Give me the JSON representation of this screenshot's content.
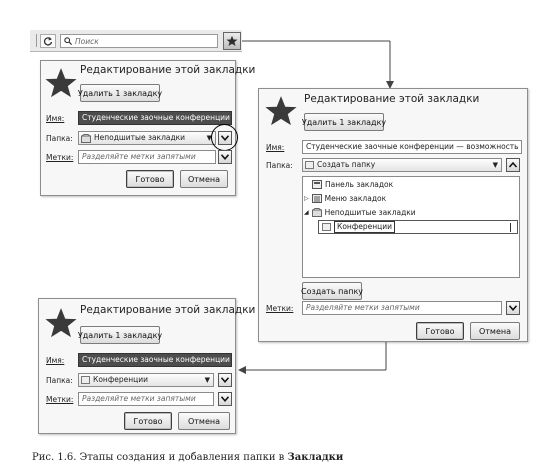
{
  "toolbar": {
    "search_placeholder": "Поиск"
  },
  "dialog": {
    "title": "Редактирование этой закладки",
    "remove_button": "Удалить 1 закладку",
    "name_label": "Имя:",
    "folder_label": "Папка:",
    "tags_label": "Метки:",
    "name_value": "Студенческие заочные конференции",
    "name_value_full": "Студенческие заочные конференции — возможность по.",
    "folder_unsorted": "Неподшитые закладки",
    "folder_create": "Создать папку",
    "folder_conferences": "Конференции",
    "tags_placeholder": "Разделяйте метки запятыми",
    "done_button": "Готово",
    "cancel_button": "Отмена",
    "new_folder_button": "Создать папку"
  },
  "tree": {
    "items": [
      {
        "label": "Панель закладок"
      },
      {
        "label": "Меню закладок"
      },
      {
        "label": "Неподшитые закладки"
      },
      {
        "label": "Конференции"
      }
    ]
  },
  "caption": {
    "prefix": "Рис. 1.6. Этапы создания и добавления папки в",
    "bold": "Закладки"
  },
  "colors": {
    "star": "#3a3a3a",
    "selected_field": "#4d4d4d",
    "highlight_circle": "#000000"
  }
}
